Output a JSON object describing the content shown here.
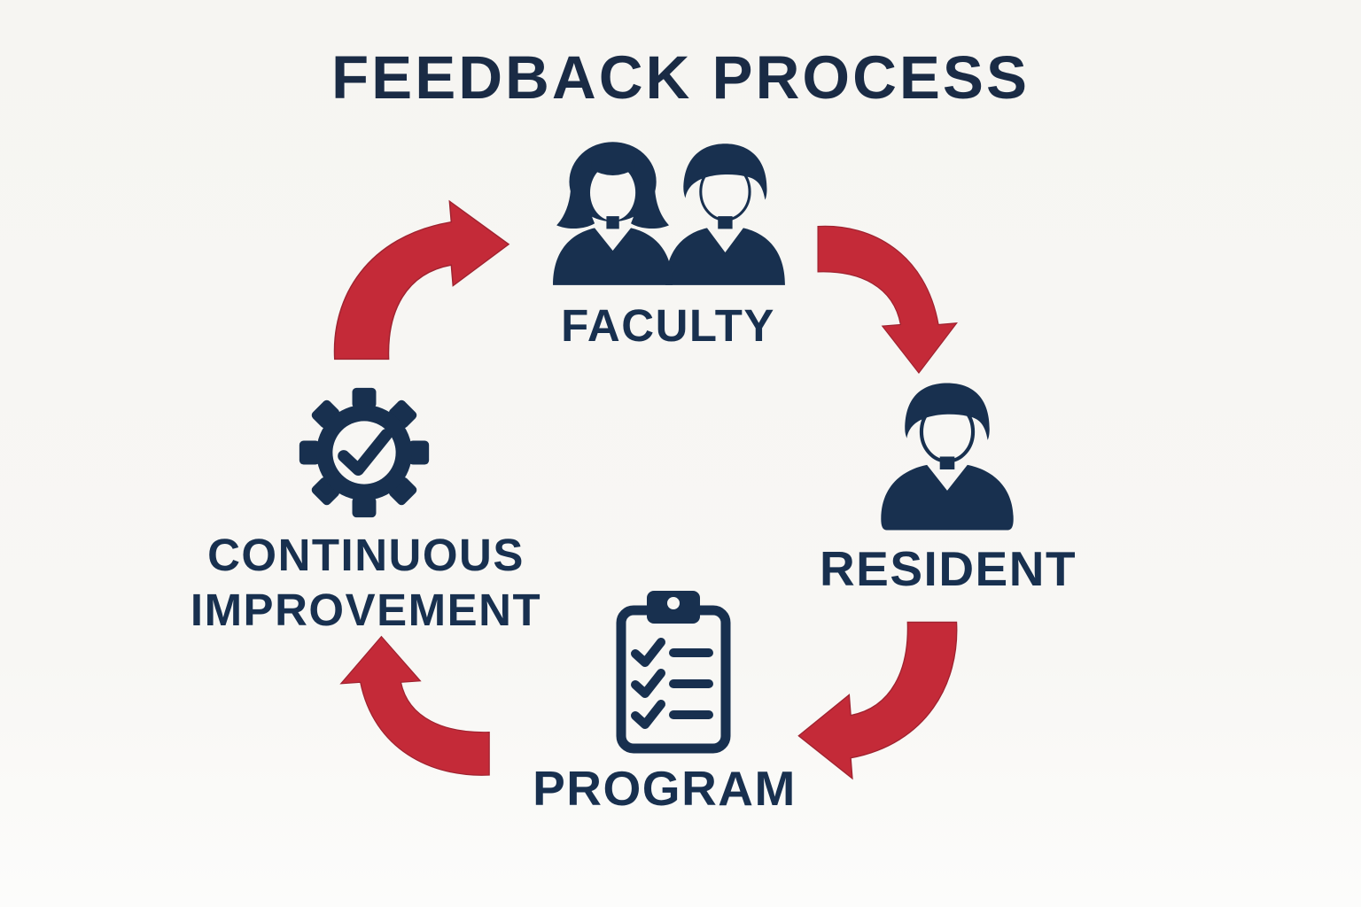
{
  "title": "FEEDBACK PROCESS",
  "nodes": {
    "faculty": {
      "label": "FACULTY",
      "icon": "two-people-icon"
    },
    "resident": {
      "label": "RESIDENT",
      "icon": "person-icon"
    },
    "program": {
      "label": "PROGRAM",
      "icon": "clipboard-checklist-icon"
    },
    "continuous_improvement": {
      "label": "CONTINUOUS IMPROVEMENT",
      "line1": "CONTINUOUS",
      "line2": "IMPROVEMENT",
      "icon": "gear-checkmark-icon"
    }
  },
  "arrows": [
    {
      "from": "CONTINUOUS IMPROVEMENT",
      "to": "FACULTY",
      "shape": "curved-arrow",
      "points": "up-right"
    },
    {
      "from": "FACULTY",
      "to": "RESIDENT",
      "shape": "curved-arrow",
      "points": "down-right"
    },
    {
      "from": "RESIDENT",
      "to": "PROGRAM",
      "shape": "curved-arrow",
      "points": "down-left"
    },
    {
      "from": "PROGRAM",
      "to": "CONTINUOUS IMPROVEMENT",
      "shape": "curved-arrow",
      "points": "up-left"
    }
  ],
  "colors": {
    "navy": "#18304f",
    "title_navy": "#1a2b45",
    "red": "#c42a38",
    "red_edge": "#9f2330",
    "background": "#f8f7f4"
  }
}
